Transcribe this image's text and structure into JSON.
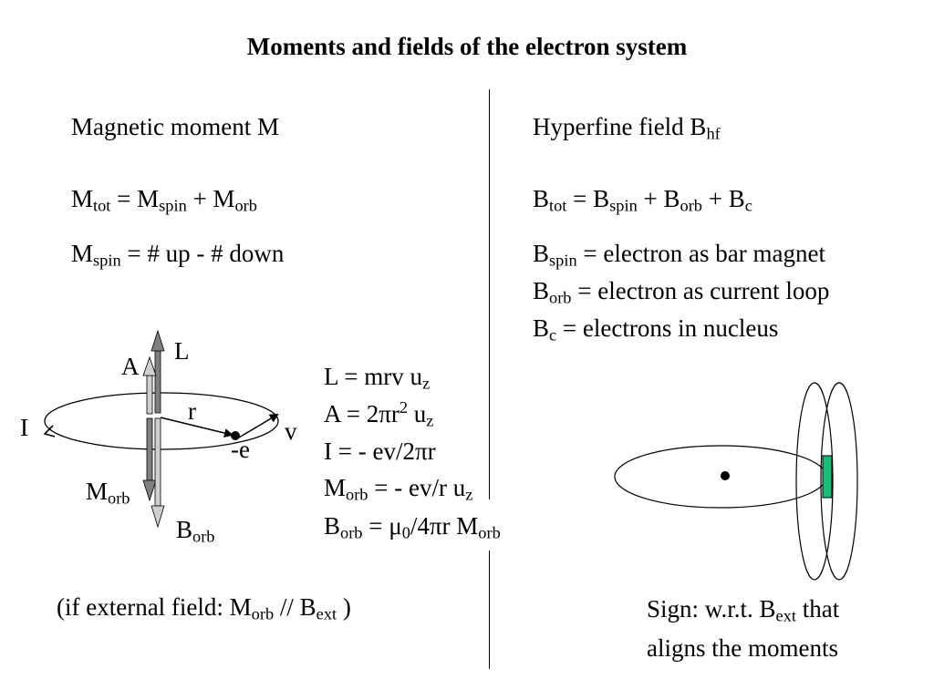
{
  "title": "Moments and fields of the electron system",
  "left": {
    "heading": "Magnetic moment M",
    "eq_tot": {
      "a": "M",
      "a_sub": "tot",
      "b": " = M",
      "b_sub": "spin",
      "c": " + M",
      "c_sub": "orb"
    },
    "eq_spin": {
      "a": "M",
      "a_sub": "spin",
      "rest": " = # up - # down"
    },
    "diagram_labels": {
      "L": "L",
      "A": "A",
      "r": "r",
      "I": "I",
      "v": "v",
      "e": "-e",
      "M": "M",
      "M_sub": "orb",
      "B": "B",
      "B_sub": "orb"
    },
    "formulas": {
      "f1": {
        "a": "L = mrv u",
        "a_sub": "z"
      },
      "f2": {
        "a": "A = 2πr",
        "a_sup": "2",
        "b": " u",
        "b_sub": "z"
      },
      "f3": "I = - ev/2πr",
      "f4": {
        "a": "M",
        "a_sub": "orb",
        "b": " = - ev/r u",
        "b_sub": "z"
      },
      "f5": {
        "a": "B",
        "a_sub": "orb",
        "b": " = μ",
        "b_sub": "0",
        "c": "/4πr M",
        "c_sub": "orb"
      }
    },
    "note": {
      "a": "(if external field: M",
      "a_sub": "orb",
      "b": " // B",
      "b_sub": "ext",
      "c": " )"
    }
  },
  "right": {
    "heading": {
      "a": "Hyperfine field B",
      "a_sub": "hf"
    },
    "eq_tot": {
      "a": "B",
      "a_sub": "tot",
      "b": " = B",
      "b_sub": "spin",
      "c": " + B",
      "c_sub": "orb",
      "d": " + B",
      "d_sub": "c"
    },
    "lines": [
      {
        "a": "B",
        "a_sub": "spin",
        "rest": " = electron as bar magnet"
      },
      {
        "a": "B",
        "a_sub": "orb",
        "rest": " = electron as current loop"
      },
      {
        "a": "B",
        "a_sub": "c",
        "rest": " = electrons in nucleus"
      }
    ],
    "sign": {
      "a": "Sign: w.r.t. B",
      "a_sub": "ext",
      "b": " that",
      "line2": "aligns the moments"
    }
  },
  "colors": {
    "bar_magnet": "#1abc7a",
    "arrow_dark": "#808080",
    "arrow_light": "#cfcfcf"
  }
}
